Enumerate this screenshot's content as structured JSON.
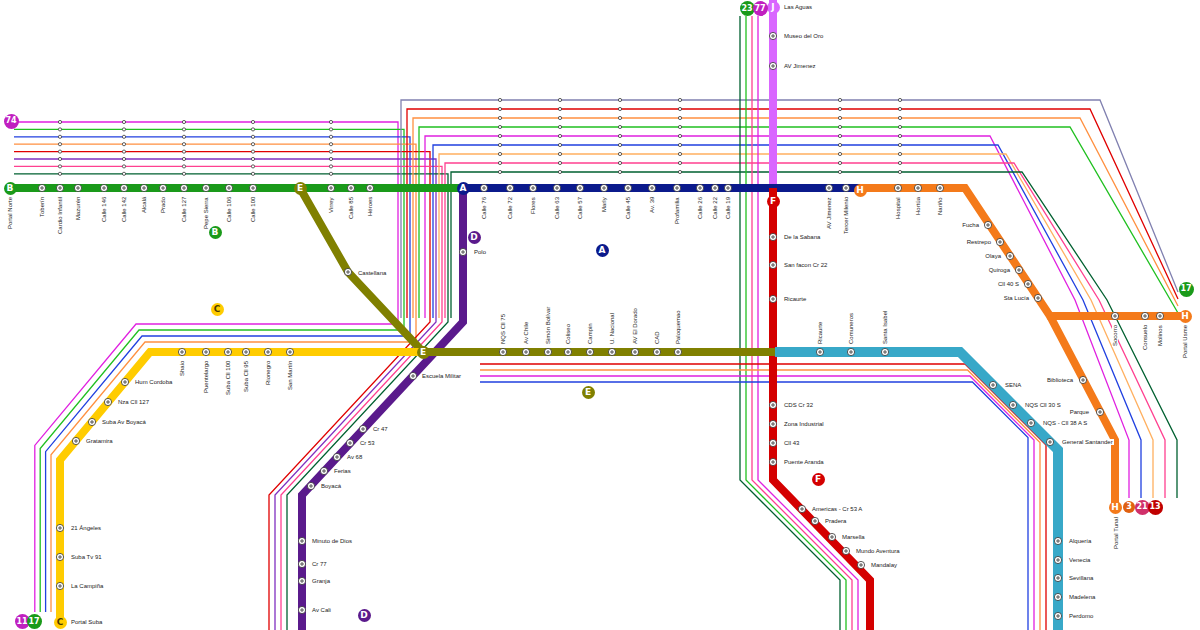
{
  "diagram": {
    "nodes": [
      {
        "text": [
          "B"
        ]
      },
      {
        "text": [
          "E"
        ]
      },
      {
        "text": [
          "A"
        ]
      },
      {
        "text": [
          "J"
        ]
      },
      {
        "text": [
          "F"
        ]
      },
      {
        "text": [
          "H"
        ]
      },
      {
        "text": [
          "D"
        ]
      },
      {
        "text": [
          "E"
        ]
      },
      {
        "text": [
          "H"
        ]
      },
      {
        "text": [
          "H"
        ]
      },
      {
        "text": [
          "C"
        ]
      },
      {
        "text": [
          "B"
        ]
      },
      {
        "text": [
          "C"
        ]
      },
      {
        "text": [
          "A"
        ]
      },
      {
        "text": [
          "E"
        ]
      },
      {
        "text": [
          "F"
        ]
      },
      {
        "text": [
          "D"
        ]
      },
      {
        "text": [
          "23"
        ]
      },
      {
        "text": [
          "77"
        ]
      },
      {
        "text": [
          "74"
        ]
      },
      {
        "text": [
          "17"
        ]
      },
      {
        "text": [
          "3"
        ]
      },
      {
        "text": [
          "21"
        ]
      },
      {
        "text": [
          "13"
        ]
      },
      {
        "text": [
          "11"
        ]
      },
      {
        "text": [
          "17"
        ]
      }
    ],
    "labels": [
      "Portal Norte",
      "Toberín",
      "Cardio Infantil",
      "Mazurén",
      "Calle 146",
      "Calle 142",
      "Alcalá",
      "Prado",
      "Calle 127",
      "Pepe Sierra",
      "Calle 106",
      "Calle 100",
      "Virrey",
      "Calle 85",
      "Héroes",
      "Calle 76",
      "Calle 72",
      "Flores",
      "Calle 63",
      "Calle 57",
      "Marly",
      "Calle 45",
      "Av. 39",
      "Profamilia",
      "Calle 26",
      "Calle 22",
      "Calle 19",
      "AV Jimenez",
      "Tercer Milenio",
      "Hospital",
      "Hortúa",
      "Nariño",
      "Las Aguas",
      "Museo del Oro",
      "AV Jimenez",
      "De la Sabana",
      "San facon Cr 22",
      "Ricaurte",
      "CDS Cr 32",
      "Zona Industrial",
      "Cll 43",
      "Puente Aranda",
      "Americas - Cr 53 A",
      "Pradera",
      "Marsella",
      "Mundo Aventura",
      "Mandalay",
      "Polo",
      "Escuela Militar",
      "Cr 47",
      "Cr 53",
      "Av 68",
      "Ferias",
      "Boyacá",
      "Minuto de Dios",
      "Cr 77",
      "Granja",
      "Av Cali",
      "Castellana",
      "NQS Cll 75",
      "Av Chile",
      "Simón Bolívar",
      "Coliseo",
      "Campin",
      "U. Nacional",
      "AV El Dorado",
      "CAD",
      "Paloquemao",
      "Ricaurte",
      "Comuneros",
      "Santa Isabel",
      "SENA",
      "NQS Cll 30 S",
      "NQS - Cll 38 A S",
      "General Santander",
      "Alquería",
      "Venecia",
      "Sevillana",
      "Madelena",
      "Perdomo",
      "Shaio",
      "Puentelargo",
      "Suba Cll 100",
      "Suba Cll 95",
      "Rionegro",
      "San Martín",
      "Hum Cordoba",
      "Nza Cll 127",
      "Suba Av Boyacá",
      "Gratamira",
      "21 Ángeles",
      "Suba Tv 91",
      "La Campiña",
      "Portal Suba",
      "Fucha",
      "Restrepo",
      "Olaya",
      "Quiroga",
      "Cll 40 S",
      "Sta Lucía",
      "Socorro",
      "Consuelo",
      "Molinos",
      "Portal Usme",
      "Biblioteca",
      "Parque",
      "Portal Tunal"
    ]
  }
}
